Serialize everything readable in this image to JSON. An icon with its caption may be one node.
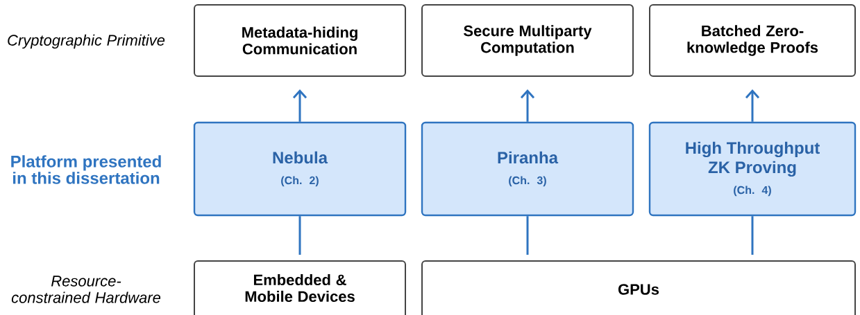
{
  "diagram": {
    "nodes": [
      {
        "text": [
          "Metadata-hiding Communication"
        ]
      },
      {
        "text": [
          "Secure Multiparty Computation"
        ]
      },
      {
        "text": [
          "Batched Zero-knowledge Proofs"
        ]
      },
      {
        "text": [
          "Nebula",
          "(Ch. 2)"
        ]
      },
      {
        "text": [
          "Piranha",
          "(Ch. 3)"
        ]
      },
      {
        "text": [
          "High Throughput ZK Proving",
          "(Ch. 4)"
        ]
      },
      {
        "text": [
          "Embedded & Mobile Devices"
        ]
      },
      {
        "text": [
          "GPUs"
        ]
      }
    ],
    "edges": [
      {
        "from": 3,
        "to": 0,
        "arrow": "to"
      },
      {
        "from": 4,
        "to": 1,
        "arrow": "to"
      },
      {
        "from": 5,
        "to": 2,
        "arrow": "to"
      },
      {
        "from": 6,
        "to": 3,
        "arrow": "none"
      },
      {
        "from": 7,
        "to": 4,
        "arrow": "none"
      },
      {
        "from": 7,
        "to": 5,
        "arrow": "none"
      }
    ],
    "labels": [
      "Cryptographic Primitive",
      "Platform presented in this dissertation",
      "Resource-constrained Hardware"
    ]
  }
}
